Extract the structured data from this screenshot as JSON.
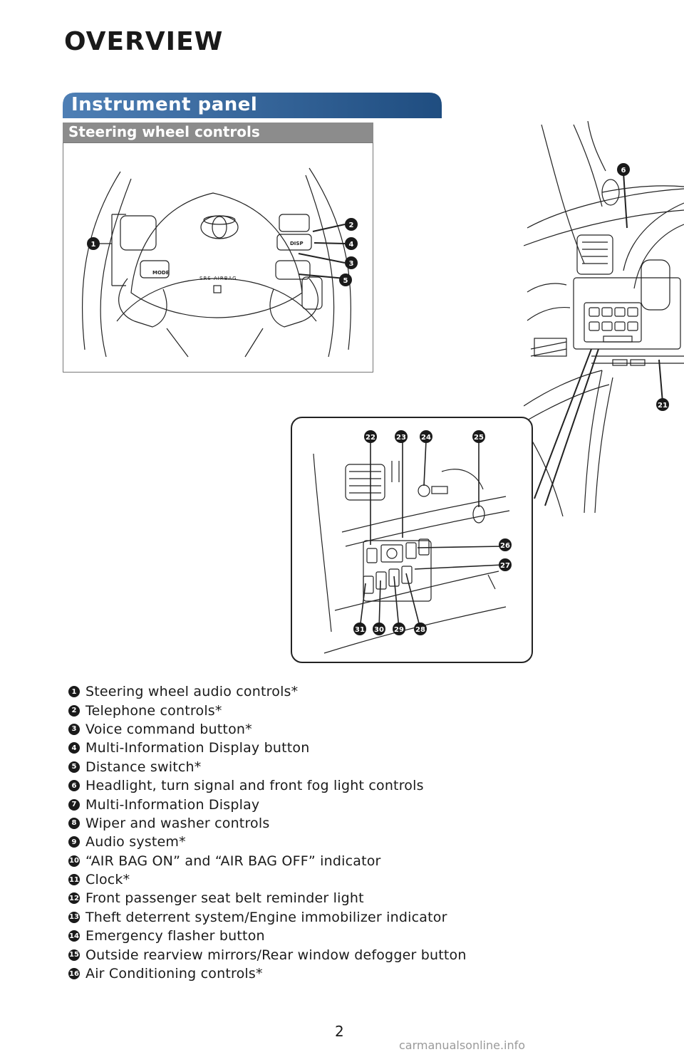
{
  "page": {
    "title": "OVERVIEW",
    "section_title": "Instrument panel",
    "subsection_title": "Steering wheel controls",
    "page_number": "2",
    "watermark": "carmanualsonline.info"
  },
  "steering_wheel": {
    "callouts": [
      "1",
      "2",
      "4",
      "3",
      "5"
    ],
    "button_labels": {
      "mode": "MODE",
      "disp": "DISP",
      "airbag": "SRS AIRBAG"
    }
  },
  "dashboard": {
    "callouts": [
      "6",
      "21"
    ]
  },
  "inset": {
    "callouts_top": [
      "22",
      "23",
      "24",
      "25"
    ],
    "callouts_right": [
      "26",
      "27"
    ],
    "callouts_bottom": [
      "31",
      "30",
      "29",
      "28"
    ]
  },
  "legend": {
    "items": [
      {
        "num": "1",
        "text": "Steering wheel audio controls*"
      },
      {
        "num": "2",
        "text": "Telephone controls*"
      },
      {
        "num": "3",
        "text": "Voice command button*"
      },
      {
        "num": "4",
        "text": "Multi-Information Display button"
      },
      {
        "num": "5",
        "text": "Distance switch*"
      },
      {
        "num": "6",
        "text": "Headlight, turn signal and front fog light controls"
      },
      {
        "num": "7",
        "text": "Multi-Information Display"
      },
      {
        "num": "8",
        "text": "Wiper and washer controls"
      },
      {
        "num": "9",
        "text": "Audio system*"
      },
      {
        "num": "10",
        "text": "“AIR BAG ON” and “AIR BAG OFF” indicator"
      },
      {
        "num": "11",
        "text": "Clock*"
      },
      {
        "num": "12",
        "text": "Front passenger seat belt reminder light"
      },
      {
        "num": "13",
        "text": "Theft deterrent system/Engine immobilizer indicator"
      },
      {
        "num": "14",
        "text": "Emergency flasher button"
      },
      {
        "num": "15",
        "text": "Outside rearview mirrors/Rear window defogger button"
      },
      {
        "num": "16",
        "text": "Air Conditioning controls*"
      }
    ]
  },
  "colors": {
    "banner_blue": "#2d5a8c",
    "banner_blue_light": "#4e7fb5",
    "subbar_gray": "#8c8c8c"
  }
}
